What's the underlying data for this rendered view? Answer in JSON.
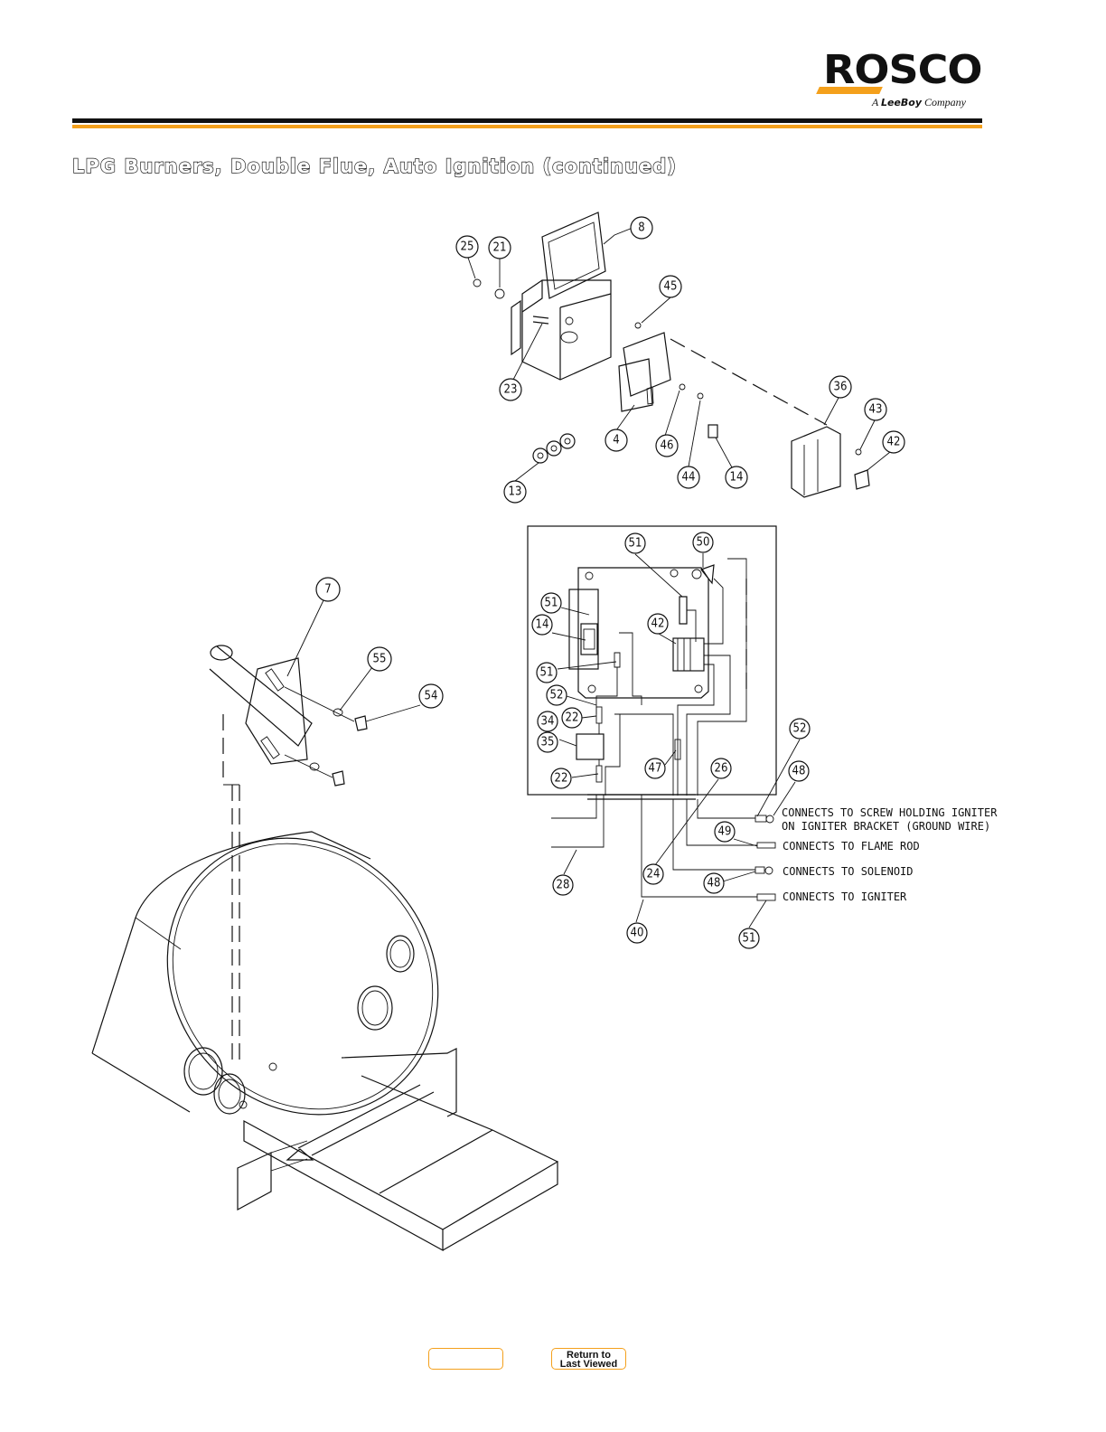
{
  "header": {
    "logo_word": "ROSCO",
    "logo_tag_prefix": "A",
    "logo_tag_brand": "LeeBoy",
    "logo_tag_suffix": "Company"
  },
  "page_title": "LPG Burners, Double Flue, Auto Ignition (continued)",
  "callouts": {
    "c8": "8",
    "c25": "25",
    "c21": "21",
    "c45": "45",
    "c23": "23",
    "c36": "36",
    "c43": "43",
    "c42a": "42",
    "c4": "4",
    "c46": "46",
    "c13": "13",
    "c44": "44",
    "c14a": "14",
    "c7": "7",
    "c55": "55",
    "c54": "54",
    "w51a": "51",
    "w50": "50",
    "w51b": "51",
    "w14": "14",
    "w42": "42",
    "w51c": "51",
    "w52a": "52",
    "w22a": "22",
    "w34": "34",
    "w35": "35",
    "w22b": "22",
    "w47": "47",
    "w26": "26",
    "w52b": "52",
    "w48a": "48",
    "w49": "49",
    "w28": "28",
    "w24": "24",
    "w48b": "48",
    "w40": "40",
    "w51d": "51"
  },
  "connection_notes": {
    "ground_line1": "CONNECTS TO SCREW HOLDING IGNITER",
    "ground_line2": "ON IGNITER BRACKET (GROUND WIRE)",
    "flame_rod": "CONNECTS TO FLAME ROD",
    "solenoid": "CONNECTS TO SOLENOID",
    "igniter": "CONNECTS TO IGNITER"
  },
  "nav": {
    "left_button": "",
    "return_button_line1": "Return to",
    "return_button_line2": "Last Viewed"
  },
  "colors": {
    "accent": "#f4a01c",
    "ink": "#111111"
  }
}
